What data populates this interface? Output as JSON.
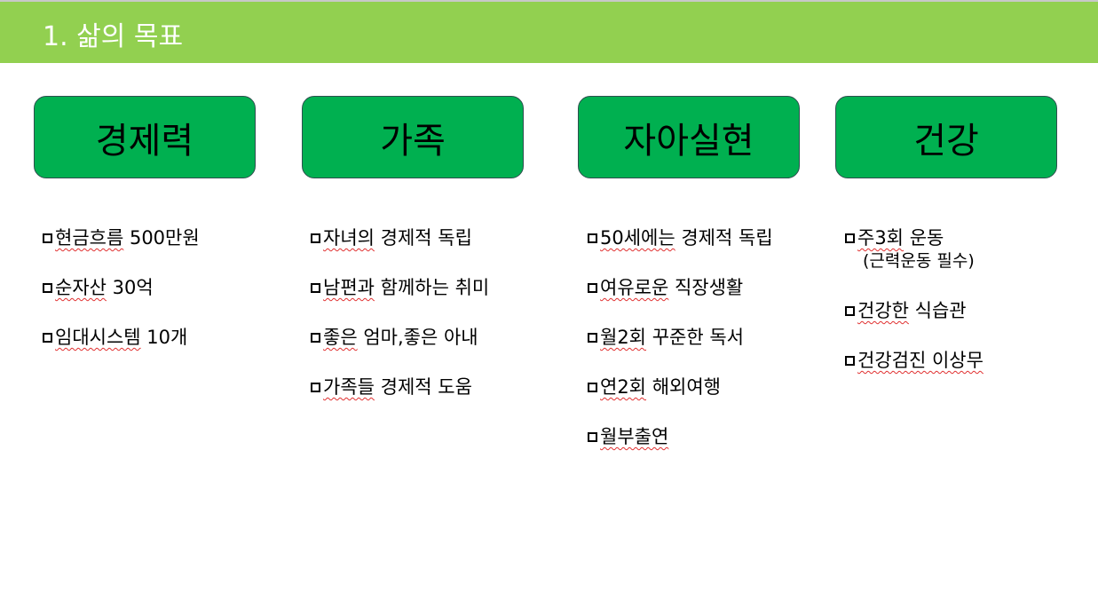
{
  "title": "1. 삶의 목표",
  "categories": [
    {
      "label": "경제력",
      "items": [
        {
          "marked": "현금흐름",
          "rest": " 500만원"
        },
        {
          "marked": "순자산",
          "rest": " 30억"
        },
        {
          "marked": "임대시스템",
          "rest": " 10개"
        }
      ]
    },
    {
      "label": "가족",
      "items": [
        {
          "marked": "자녀의",
          "rest": " 경제적 독립"
        },
        {
          "marked": "남편과",
          "rest": " 함께하는 취미"
        },
        {
          "marked": "좋은",
          "rest": " 엄마,좋은 아내"
        },
        {
          "marked": "가족들",
          "rest": " 경제적 도움"
        }
      ]
    },
    {
      "label": "자아실현",
      "items": [
        {
          "marked": "50세에는",
          "rest": " 경제적 독립"
        },
        {
          "marked": "여유로운",
          "rest": " 직장생활"
        },
        {
          "marked": "월2회",
          "rest": " 꾸준한 독서"
        },
        {
          "marked": "연2회",
          "rest": " 해외여행"
        },
        {
          "marked": "월부출연",
          "rest": ""
        }
      ]
    },
    {
      "label": "건강",
      "items": [
        {
          "marked": "주3회",
          "rest": " 운동",
          "sub": "(근력운동 필수)"
        },
        {
          "marked": "건강한",
          "rest": " 식습관"
        },
        {
          "marked": "건강검진 이상무",
          "rest": ""
        }
      ]
    }
  ]
}
